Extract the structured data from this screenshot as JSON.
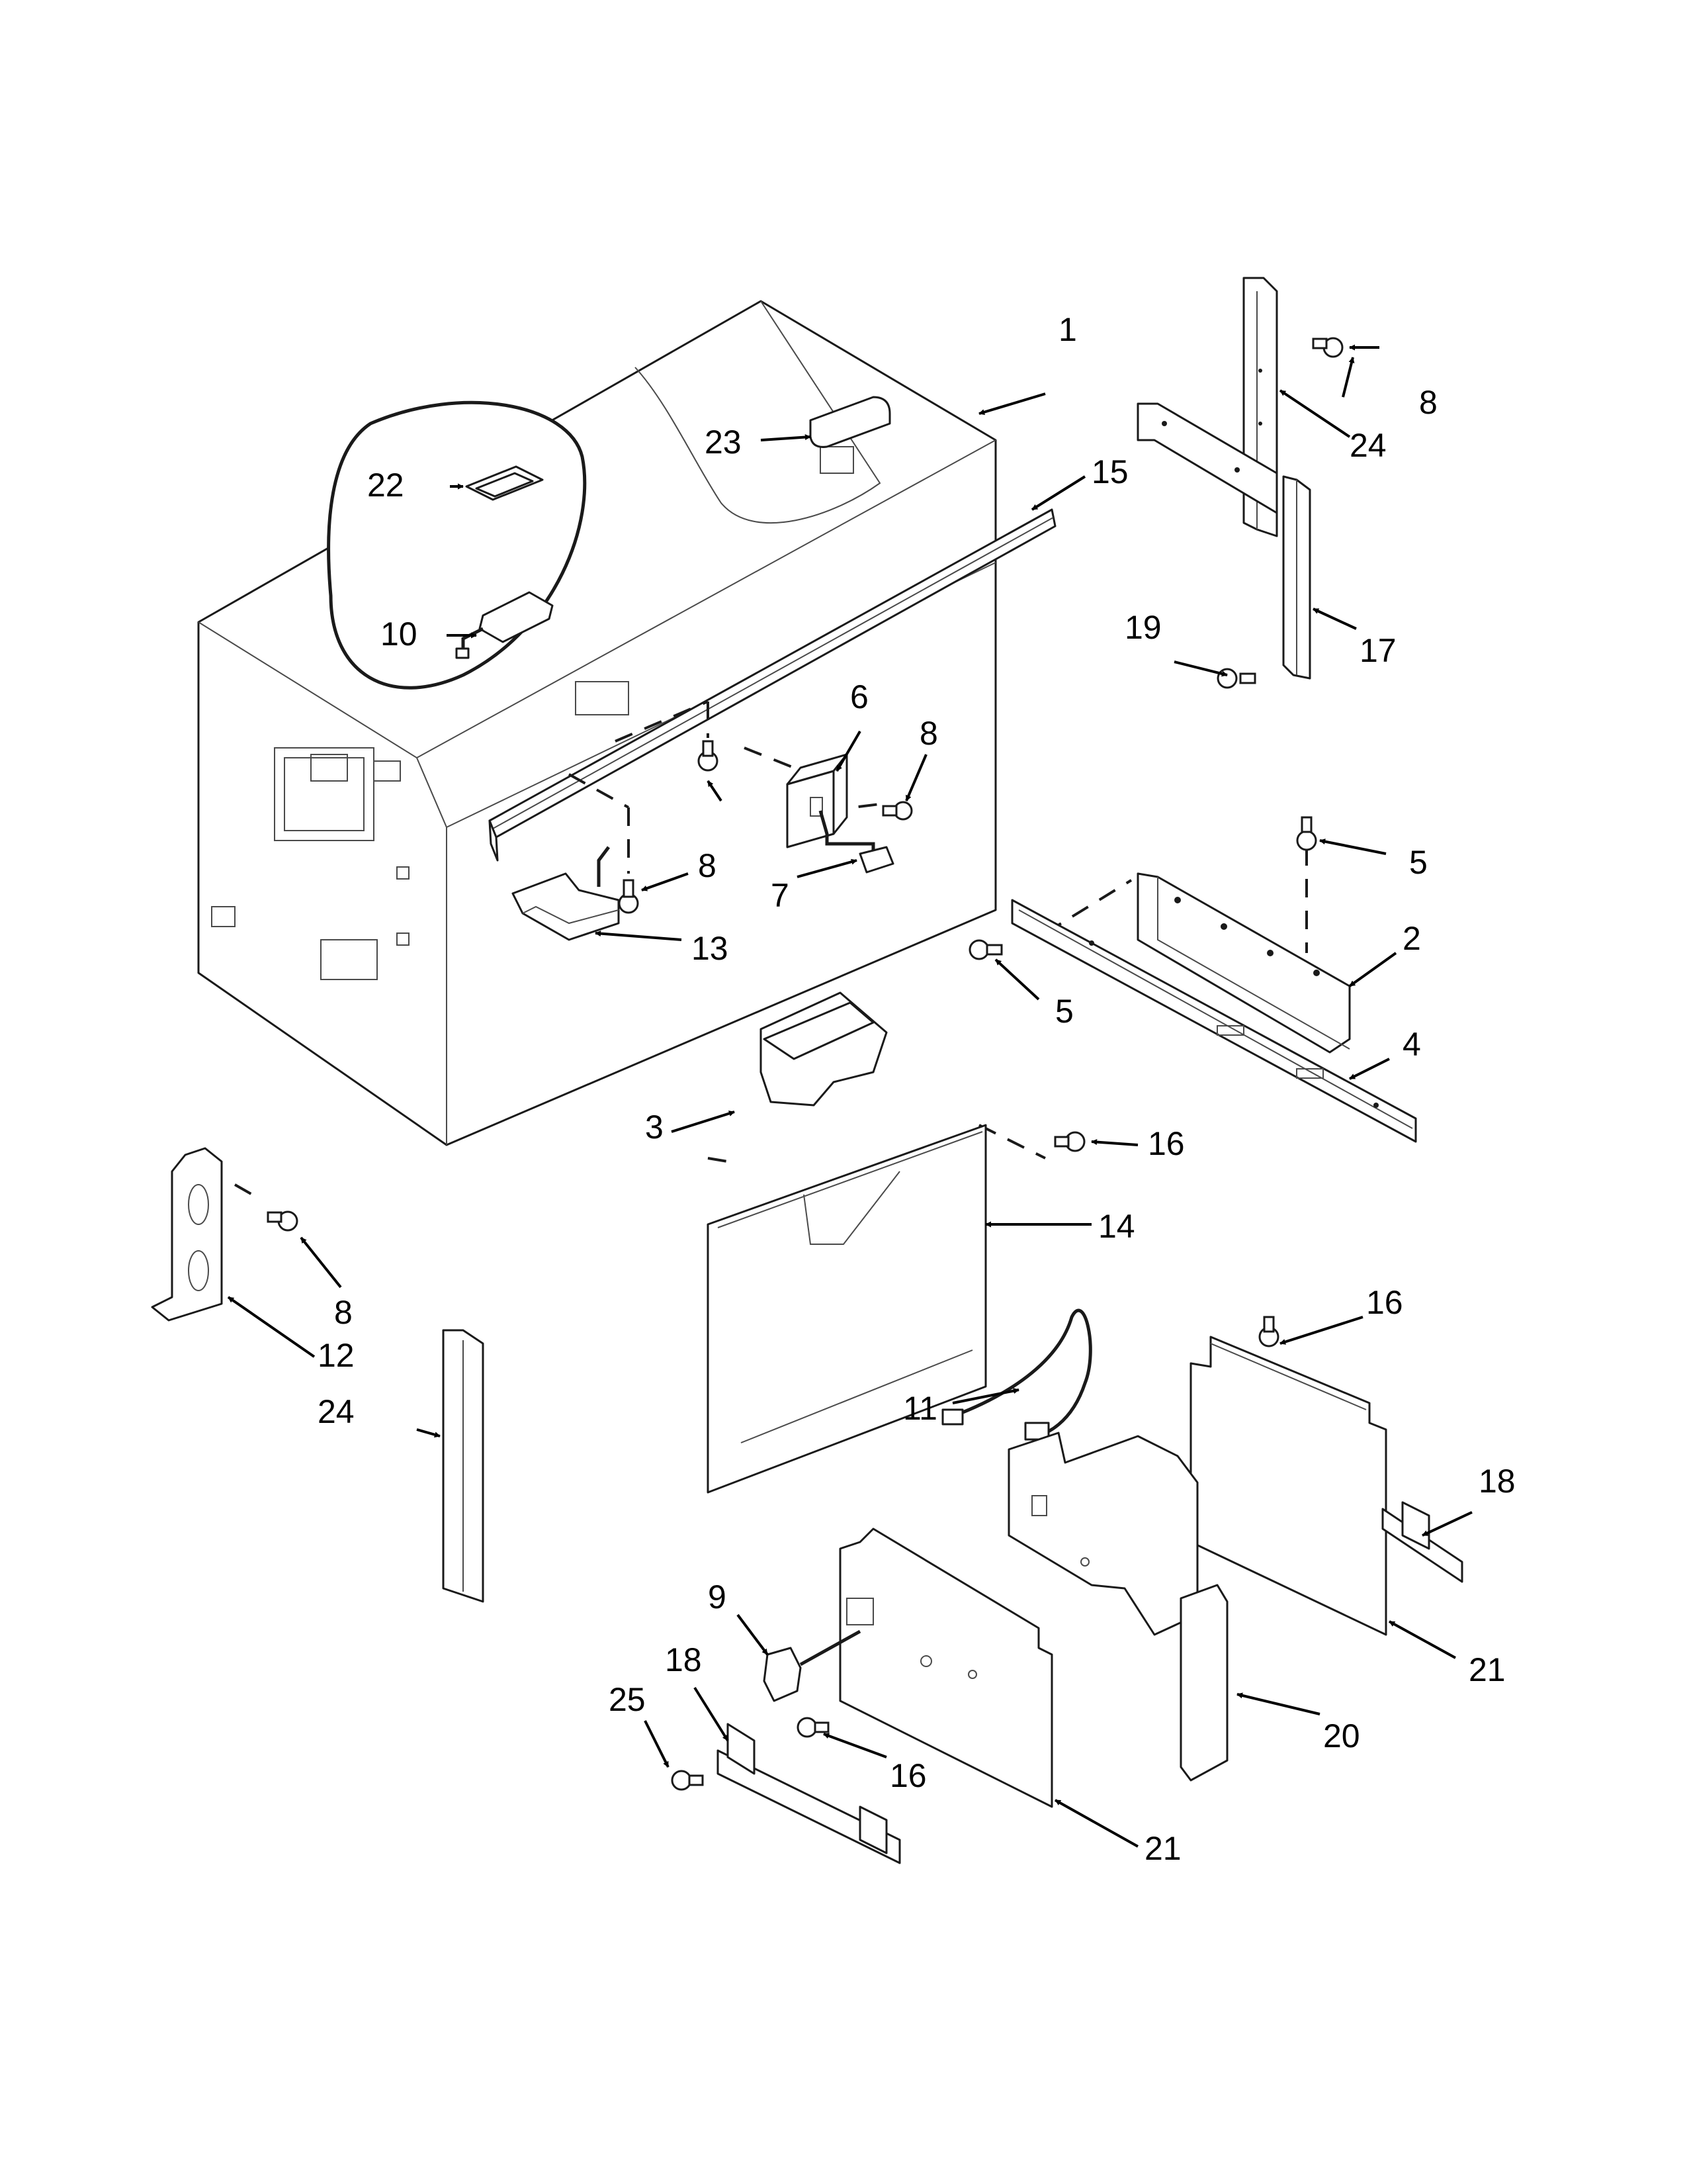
{
  "colors": {
    "line": "#1a1a1a",
    "background": "#ffffff",
    "callout_text": "#000000"
  },
  "callouts": {
    "c1": "1",
    "c2": "2",
    "c3": "3",
    "c4": "4",
    "c5a": "5",
    "c5b": "5",
    "c6": "6",
    "c7": "7",
    "c8a": "8",
    "c8b": "8",
    "c8c": "8",
    "c8d": "8",
    "c9": "9",
    "c10": "10",
    "c11": "11",
    "c12": "12",
    "c13": "13",
    "c14": "14",
    "c15": "15",
    "c16a": "16",
    "c16b": "16",
    "c16c": "16",
    "c17": "17",
    "c18a": "18",
    "c18b": "18",
    "c19": "19",
    "c20": "20",
    "c21a": "21",
    "c21b": "21",
    "c22": "22",
    "c23": "23",
    "c24a": "24",
    "c24b": "24",
    "c25": "25"
  }
}
